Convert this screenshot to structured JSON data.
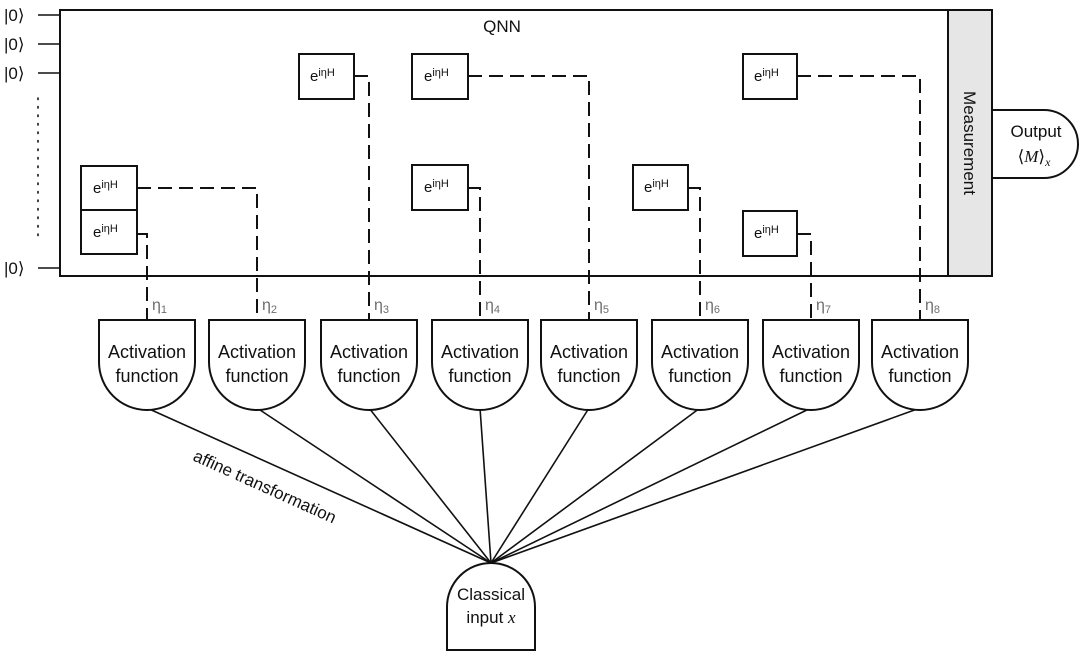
{
  "qnn": {
    "title": "QNN",
    "measurement_label": "Measurement",
    "measurement_fill": "#e6e6e6",
    "ket_labels": [
      "|0⟩",
      "|0⟩",
      "|0⟩",
      "|0⟩"
    ],
    "vertical_ellipsis": "⋮"
  },
  "gate": {
    "base": "e",
    "exponent": "iηH"
  },
  "parameters": [
    {
      "symbol": "η",
      "index": "1"
    },
    {
      "symbol": "η",
      "index": "2"
    },
    {
      "symbol": "η",
      "index": "3"
    },
    {
      "symbol": "η",
      "index": "4"
    },
    {
      "symbol": "η",
      "index": "5"
    },
    {
      "symbol": "η",
      "index": "6"
    },
    {
      "symbol": "η",
      "index": "7"
    },
    {
      "symbol": "η",
      "index": "8"
    }
  ],
  "activation": {
    "line1": "Activation",
    "line2": "function"
  },
  "output": {
    "line1": "Output",
    "line2_open": "⟨",
    "line2_var": "M",
    "line2_close": "⟩",
    "line2_sub": "x"
  },
  "classical_input": {
    "line1": "Classical",
    "line2": "input",
    "var": "x"
  },
  "edge_label": "affine transformation"
}
